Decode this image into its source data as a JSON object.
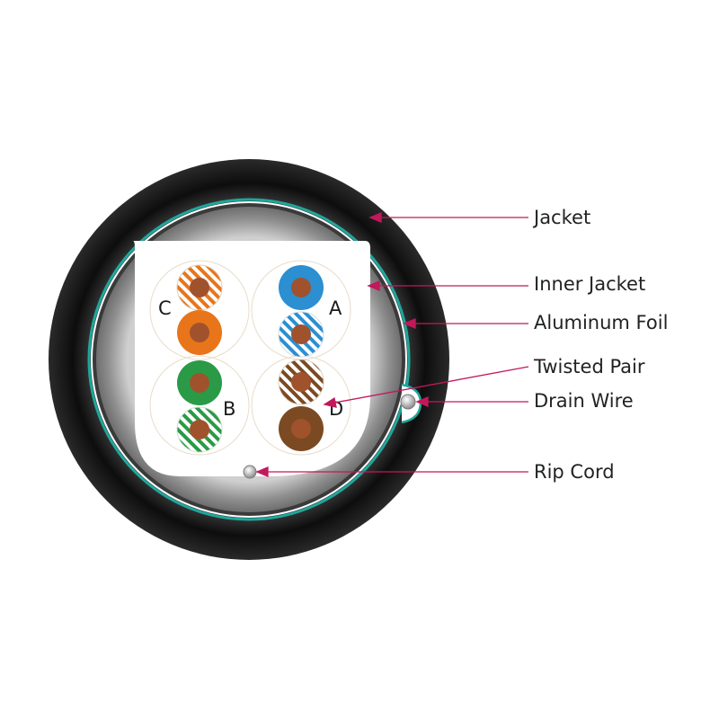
{
  "colors": {
    "jacket": "#111111",
    "inner_jacket": "#a6a6a6",
    "aluminum_foil": "#1fa79b",
    "leader_line": "#c2185b",
    "copper": "#a0522d",
    "orange": "#e8751a",
    "blue": "#2b8fd1",
    "green": "#2a9a47",
    "brown": "#7b4a22"
  },
  "callouts": [
    {
      "id": "jacket",
      "label": "Jacket"
    },
    {
      "id": "inner-jacket",
      "label": "Inner Jacket"
    },
    {
      "id": "aluminum-foil",
      "label": "Aluminum Foil"
    },
    {
      "id": "twisted-pair",
      "label": "Twisted Pair"
    },
    {
      "id": "drain-wire",
      "label": "Drain Wire"
    },
    {
      "id": "rip-cord",
      "label": "Rip Cord"
    }
  ],
  "pairs": [
    {
      "letter": "C",
      "color": "orange"
    },
    {
      "letter": "A",
      "color": "blue"
    },
    {
      "letter": "B",
      "color": "green"
    },
    {
      "letter": "D",
      "color": "brown"
    }
  ]
}
